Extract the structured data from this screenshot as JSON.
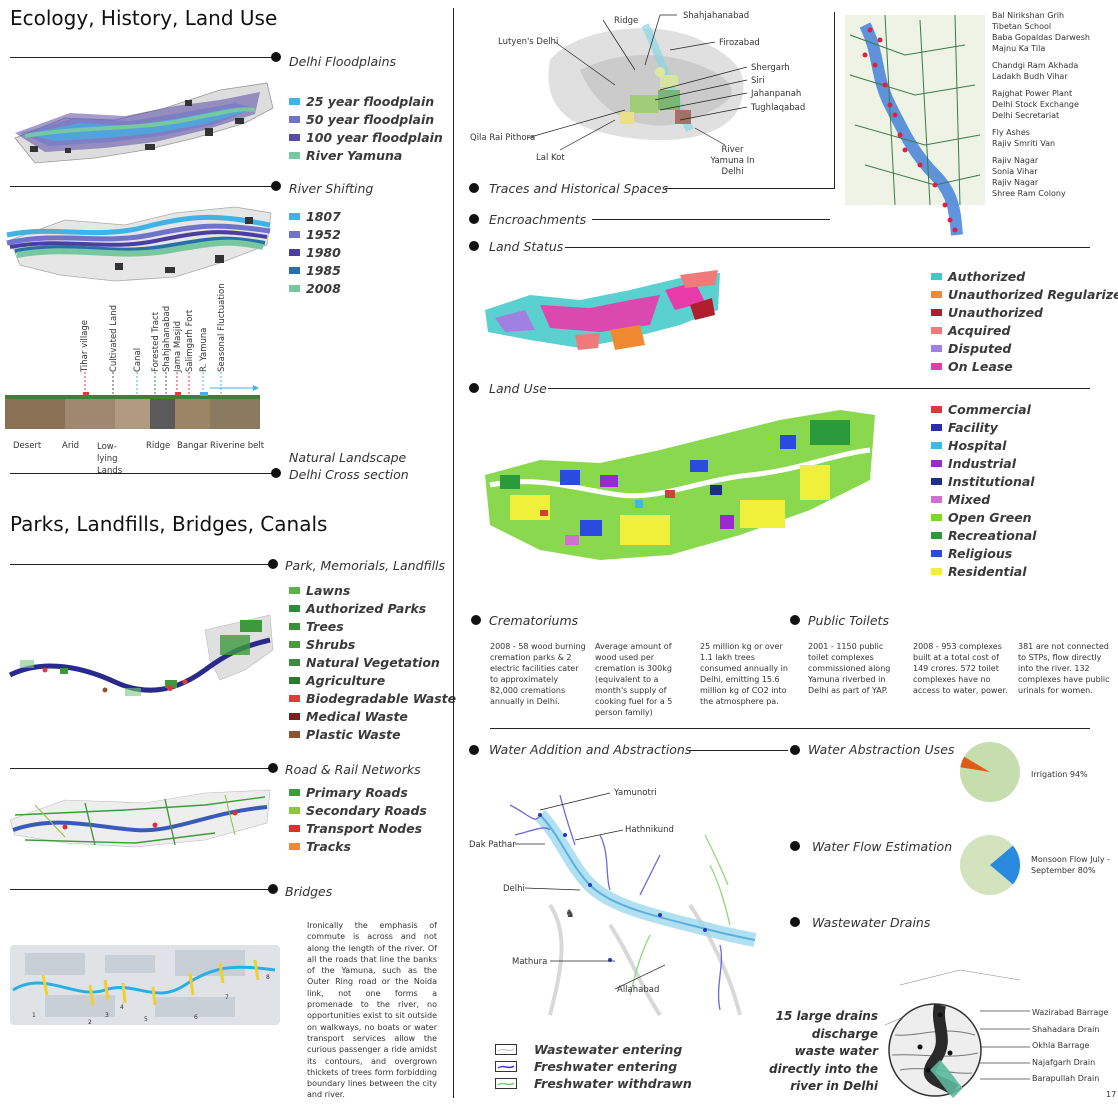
{
  "sections": {
    "ecology_title": "Ecology, History, Land Use",
    "parks_title": "Parks, Landfills, Bridges, Canals"
  },
  "floodplains": {
    "heading": "Delhi Floodplains",
    "legend": [
      {
        "label": "25 year floodplain",
        "color": "#3fb3e6"
      },
      {
        "label": "50 year floodplain",
        "color": "#6f74c8"
      },
      {
        "label": "100 year floodplain",
        "color": "#5b4aa6"
      },
      {
        "label": "River Yamuna",
        "color": "#77c8a0"
      }
    ]
  },
  "river_shifting": {
    "heading": "River Shifting",
    "legend": [
      {
        "label": "1807",
        "color": "#3fb3e6"
      },
      {
        "label": "1952",
        "color": "#6f74c8"
      },
      {
        "label": "1980",
        "color": "#4a3fa0"
      },
      {
        "label": "1985",
        "color": "#2a6fa8"
      },
      {
        "label": "2008",
        "color": "#77c8a0"
      }
    ]
  },
  "cross_section": {
    "markers": [
      "Tihar village",
      "Cultivated Land",
      "Canal",
      "Forested Tract",
      "Shahjahanabad",
      "Jama Masjid",
      "Salimgarh Fort",
      "R. Yamuna",
      "Seasonal Fluctuation"
    ],
    "zones": [
      "Desert",
      "Arid",
      "Low-lying Lands",
      "Ridge",
      "Bangar",
      "Riverine belt"
    ],
    "heading_1": "Natural Landscape",
    "heading_2": "Delhi Cross section"
  },
  "parks": {
    "heading": "Park, Memorials, Landfills",
    "legend": [
      {
        "label": "Lawns",
        "color": "#5fb04a"
      },
      {
        "label": "Authorized Parks",
        "color": "#2e8b3e"
      },
      {
        "label": "Trees",
        "color": "#3c8f3a"
      },
      {
        "label": "Shrubs",
        "color": "#4c9a3c"
      },
      {
        "label": "Natural Vegetation",
        "color": "#3d8a45"
      },
      {
        "label": "Agriculture",
        "color": "#2a7a2e"
      },
      {
        "label": "Biodegradable Waste",
        "color": "#e03a3a"
      },
      {
        "label": "Medical Waste",
        "color": "#7a1e1e"
      },
      {
        "label": "Plastic Waste",
        "color": "#8a5530"
      }
    ]
  },
  "roads": {
    "heading": "Road & Rail Networks",
    "legend": [
      {
        "label": "Primary Roads",
        "color": "#3f9a3c"
      },
      {
        "label": "Secondary Roads",
        "color": "#8cc63f"
      },
      {
        "label": "Transport Nodes",
        "color": "#e02f2f"
      },
      {
        "label": "Tracks",
        "color": "#f08a30"
      }
    ]
  },
  "bridges": {
    "heading": "Bridges",
    "numbers": [
      "1",
      "2",
      "3",
      "4",
      "5",
      "6",
      "7",
      "8"
    ],
    "text": "Ironically the emphasis of commute is across and not along the length of the river. Of all the roads that line the banks of the Yamuna, such as the Outer Ring road or the Noida link, not one forms a promenade to the river, no opportunities exist to sit outside on walkways, no boats or water transport services allow the curious passenger a ride amidst its contours, and overgrown thickets of trees form forbidding boundary lines between the city and river."
  },
  "history_map": {
    "labels": {
      "ridge": "Ridge",
      "shahjahanabad": "Shahjahanabad",
      "lutyens": "Lutyen's Delhi",
      "firozabad": "Firozabad",
      "shergarh": "Shergarh",
      "siri": "Siri",
      "jahanpanah": "Jahanpanah",
      "tughlaqabad": "Tughlaqabad",
      "qila": "Qila Rai Pithora",
      "lalkot": "Lal Kot",
      "yamuna": "River Yamuna In Delhi"
    },
    "heading": "Traces and Historical Spaces"
  },
  "encroachments": {
    "heading": "Encroachments",
    "names": [
      "Bal Nirikshan Grih",
      "Tibetan School",
      "Baba Gopaldas Darwesh",
      "Majnu Ka Tila",
      "Chandgi Ram Akhada",
      "Ladakh Budh Vihar",
      "Rajghat Power Plant",
      "Delhi Stock Exchange",
      "Delhi Secretariat",
      "Fly Ashes",
      "Rajiv Smriti Van",
      "Rajiv Nagar",
      "Sonia Vihar",
      "Rajiv Nagar",
      "Shree Ram Colony"
    ]
  },
  "land_status": {
    "heading": "Land Status",
    "legend": [
      {
        "label": "Authorized",
        "color": "#3ec8c8"
      },
      {
        "label": "Unauthorized Regularized",
        "color": "#f08a30"
      },
      {
        "label": "Unauthorized",
        "color": "#b01e2e"
      },
      {
        "label": "Acquired",
        "color": "#f07a7a"
      },
      {
        "label": "Disputed",
        "color": "#a080e0"
      },
      {
        "label": "On Lease",
        "color": "#e83aa8"
      }
    ]
  },
  "land_use": {
    "heading": "Land Use",
    "legend": [
      {
        "label": "Commercial",
        "color": "#d93a3a"
      },
      {
        "label": "Facility",
        "color": "#2d2db0"
      },
      {
        "label": "Hospital",
        "color": "#3fb8e6"
      },
      {
        "label": "Industrial",
        "color": "#9a2ad0"
      },
      {
        "label": "Institutional",
        "color": "#1e2f8a"
      },
      {
        "label": "Mixed",
        "color": "#d070d0"
      },
      {
        "label": "Open Green",
        "color": "#7cd43a"
      },
      {
        "label": "Recreational",
        "color": "#2a9a3a"
      },
      {
        "label": "Religious",
        "color": "#2a4ae0"
      },
      {
        "label": "Residential",
        "color": "#f0f03a"
      }
    ]
  },
  "crematoriums": {
    "heading": "Crematoriums",
    "texts": [
      "2008 - 58 wood burning cremation parks & 2 electric facilities cater to approximately 82,000 cremations annually in Delhi.",
      "Average amount of wood used per cremation is 300kg (equivalent to a month's supply of cooking fuel for a 5 person family)",
      "25 million kg or over 1.1 lakh trees consumed annually in Delhi, emitting 15.6 million kg of CO2 into the atmosphere pa."
    ]
  },
  "toilets": {
    "heading": "Public Toilets",
    "texts": [
      "2001 - 1150 public toilet complexes commissioned along Yamuna riverbed in Delhi as part of YAP.",
      "2008 - 953 complexes built at a total cost of 149 crores. 572 toilet complexes have no access to water, power.",
      "381 are not connected to STPs, flow directly into the river. 132 complexes have public urinals for women."
    ]
  },
  "water": {
    "heading": "Water Addition and Abstractions",
    "labels": {
      "yamunotri": "Yamunotri",
      "hathnikund": "Hathnikund",
      "dakpathar": "Dak Pathar",
      "delhi": "Delhi",
      "mathura": "Mathura",
      "allahabad": "Allahabad"
    },
    "legend": [
      "Wastewater entering",
      "Freshwater entering",
      "Freshwater withdrawn"
    ]
  },
  "abstraction": {
    "heading": "Water Abstraction Uses",
    "label": "Irrigation 94%"
  },
  "flow": {
    "heading": "Water Flow Estimation",
    "label": "Monsoon Flow July - September 80%"
  },
  "drains": {
    "heading": "Wastewater Drains",
    "statement": "15 large drains discharge waste water directly into the river in Delhi",
    "names": [
      "Wazirabad Barrage",
      "Shahadara Drain",
      "Okhla Barrage",
      "Najafgarh Drain",
      "Barapullah Drain"
    ]
  },
  "chart_data": [
    {
      "type": "pie",
      "title": "",
      "categories": [
        "Irrigation",
        "Other"
      ],
      "values": [
        94,
        6
      ]
    },
    {
      "type": "pie",
      "title": "",
      "categories": [
        "Monsoon Flow July - September",
        "Other"
      ],
      "values": [
        80,
        20
      ]
    }
  ],
  "page_number": "17"
}
